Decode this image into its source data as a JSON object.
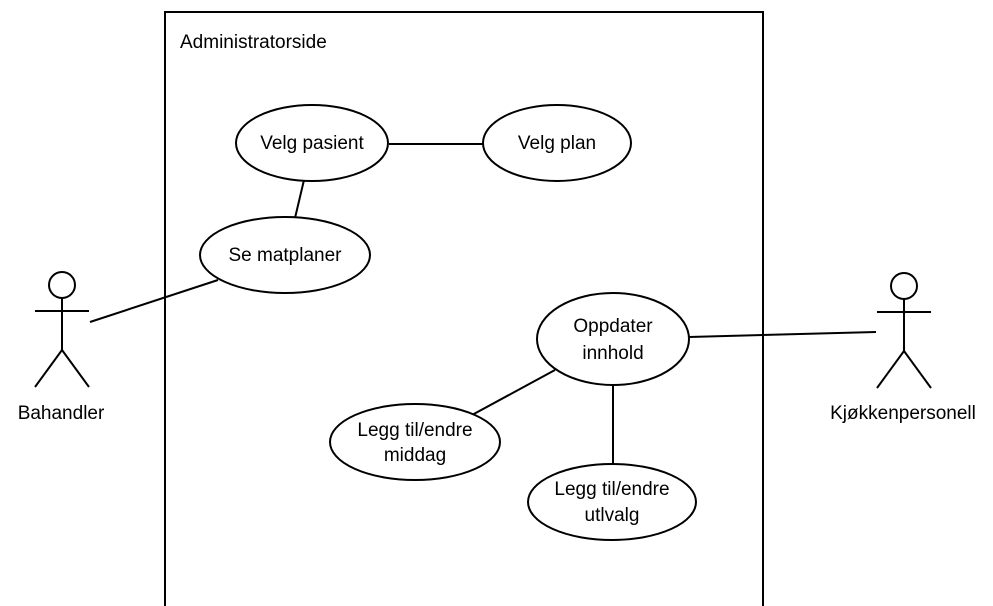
{
  "system": {
    "title": "Administratorside"
  },
  "actors": {
    "behandler": {
      "name": "Bahandler",
      "icon": "stick-figure-icon"
    },
    "kjokken": {
      "name": "Kjøkkenpersonell",
      "icon": "stick-figure-icon"
    }
  },
  "use_cases": {
    "velg_pasient": {
      "lines": [
        "Velg pasient"
      ]
    },
    "velg_plan": {
      "lines": [
        "Velg plan"
      ]
    },
    "se_matplaner": {
      "lines": [
        "Se matplaner"
      ]
    },
    "oppdater_innhold": {
      "lines": [
        "Oppdater",
        "innhold"
      ]
    },
    "legg_til_middag": {
      "lines": [
        "Legg til/endre",
        "middag"
      ]
    },
    "legg_til_utvalg": {
      "lines": [
        "Legg til/endre",
        "utlvalg"
      ]
    }
  },
  "colors": {
    "stroke": "#000000",
    "background": "#ffffff"
  }
}
